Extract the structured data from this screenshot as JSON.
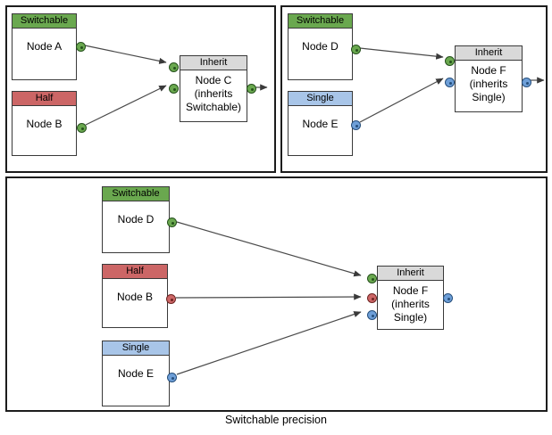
{
  "caption": "Switchable precision",
  "colors": {
    "switchable_green": "#6aa84f",
    "half_red": "#cc6666",
    "single_blue_header": "#a8c5e8",
    "single_blue_port": "#6e9fd8",
    "inherit_gray": "#d9d9d9",
    "box_border": "#3a3a3a",
    "edge_line": "#4a4a4a"
  },
  "panels": {
    "top_left": {
      "node_a": {
        "header": "Switchable",
        "label": "Node A"
      },
      "node_b": {
        "header": "Half",
        "label": "Node B"
      },
      "node_c": {
        "header": "Inherit",
        "lines": [
          "Node C",
          "(inherits",
          "Switchable)"
        ]
      }
    },
    "top_right": {
      "node_d": {
        "header": "Switchable",
        "label": "Node D"
      },
      "node_e": {
        "header": "Single",
        "label": "Node E"
      },
      "node_f": {
        "header": "Inherit",
        "lines": [
          "Node F",
          "(inherits",
          "Single)"
        ]
      }
    },
    "bottom": {
      "node_d": {
        "header": "Switchable",
        "label": "Node D"
      },
      "node_b": {
        "header": "Half",
        "label": "Node B"
      },
      "node_e": {
        "header": "Single",
        "label": "Node E"
      },
      "node_f": {
        "header": "Inherit",
        "lines": [
          "Node F",
          "(inherits",
          "Single)"
        ]
      }
    }
  }
}
